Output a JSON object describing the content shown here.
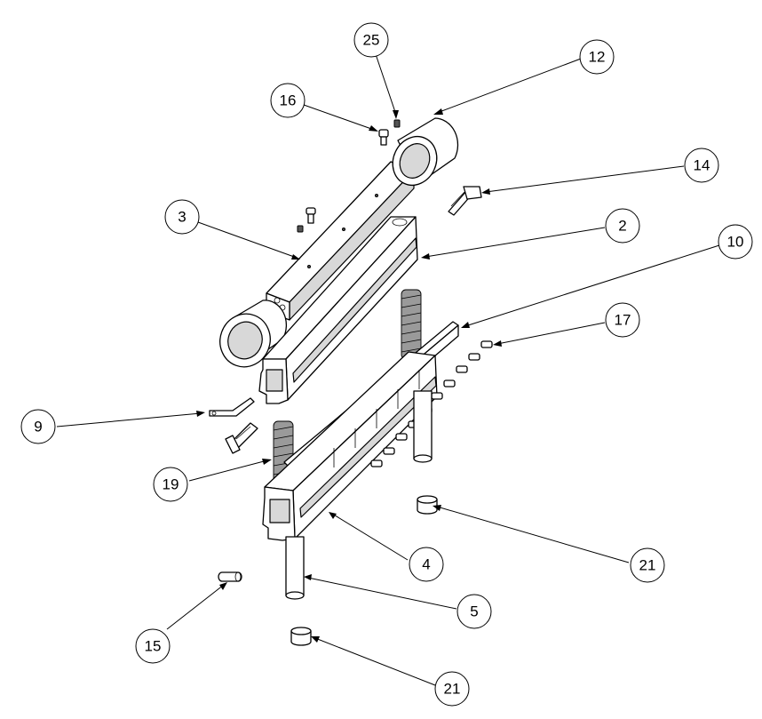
{
  "callouts": [
    {
      "id": "c25",
      "label": "25"
    },
    {
      "id": "c12",
      "label": "12"
    },
    {
      "id": "c16",
      "label": "16"
    },
    {
      "id": "c14",
      "label": "14"
    },
    {
      "id": "c3",
      "label": "3"
    },
    {
      "id": "c2",
      "label": "2"
    },
    {
      "id": "c10",
      "label": "10"
    },
    {
      "id": "c17",
      "label": "17"
    },
    {
      "id": "c9",
      "label": "9"
    },
    {
      "id": "c19",
      "label": "19"
    },
    {
      "id": "c4",
      "label": "4"
    },
    {
      "id": "c21a",
      "label": "21"
    },
    {
      "id": "c5",
      "label": "5"
    },
    {
      "id": "c15",
      "label": "15"
    },
    {
      "id": "c21b",
      "label": "21"
    }
  ]
}
